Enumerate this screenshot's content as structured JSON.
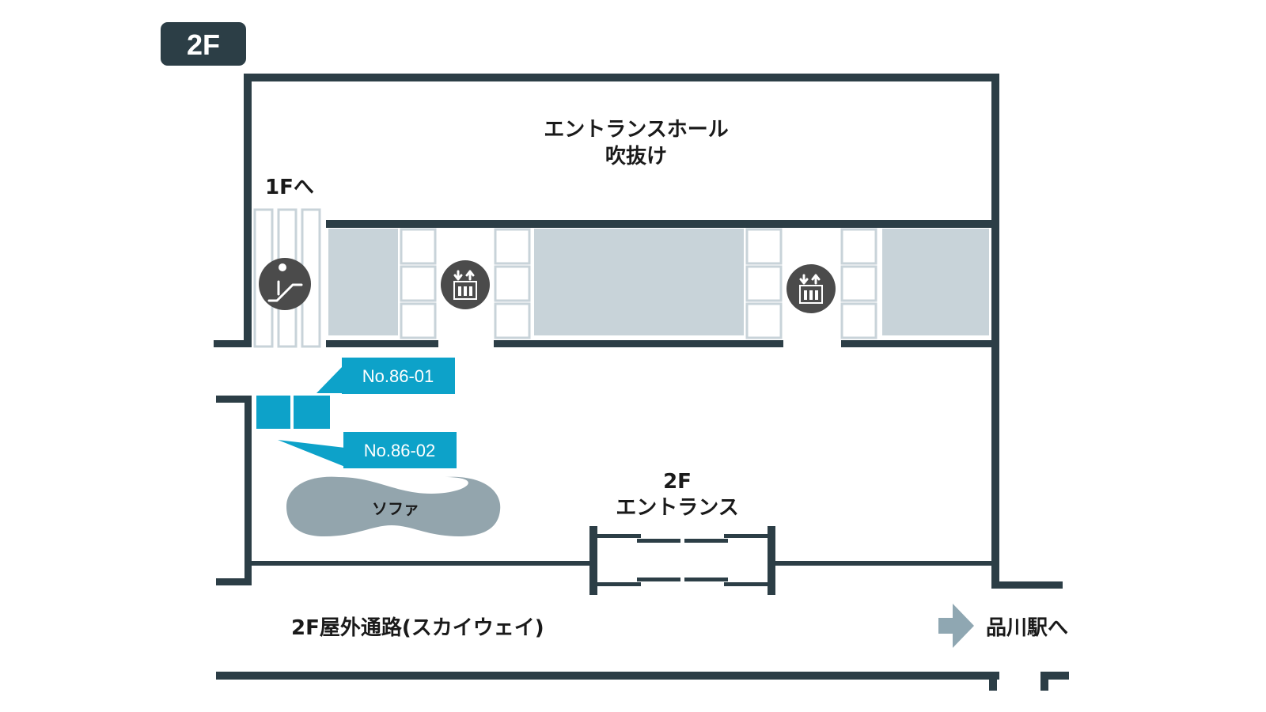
{
  "floor_badge": "2F",
  "labels": {
    "entrance_hall_line1": "エントランスホール",
    "entrance_hall_line2": "吹抜け",
    "to_1f": "1Fへ",
    "entrance_line1": "2F",
    "entrance_line2": "エントランス",
    "skyway": "2F屋外通路(スカイウェイ)",
    "to_shinagawa": "品川駅へ",
    "sofa": "ソファ"
  },
  "callouts": [
    {
      "id": "No.86-01"
    },
    {
      "id": "No.86-02"
    }
  ],
  "icons": {
    "escalator": "escalator-icon",
    "elevator": "elevator-icon",
    "arrow": "arrow-right-icon"
  },
  "colors": {
    "wall": "#2c3e46",
    "highlight": "#0da2c9",
    "block": "#c8d3d9",
    "sofa": "#93a5ad",
    "arrow": "#8fa7b2",
    "icon_bg": "#4b4b4b"
  }
}
